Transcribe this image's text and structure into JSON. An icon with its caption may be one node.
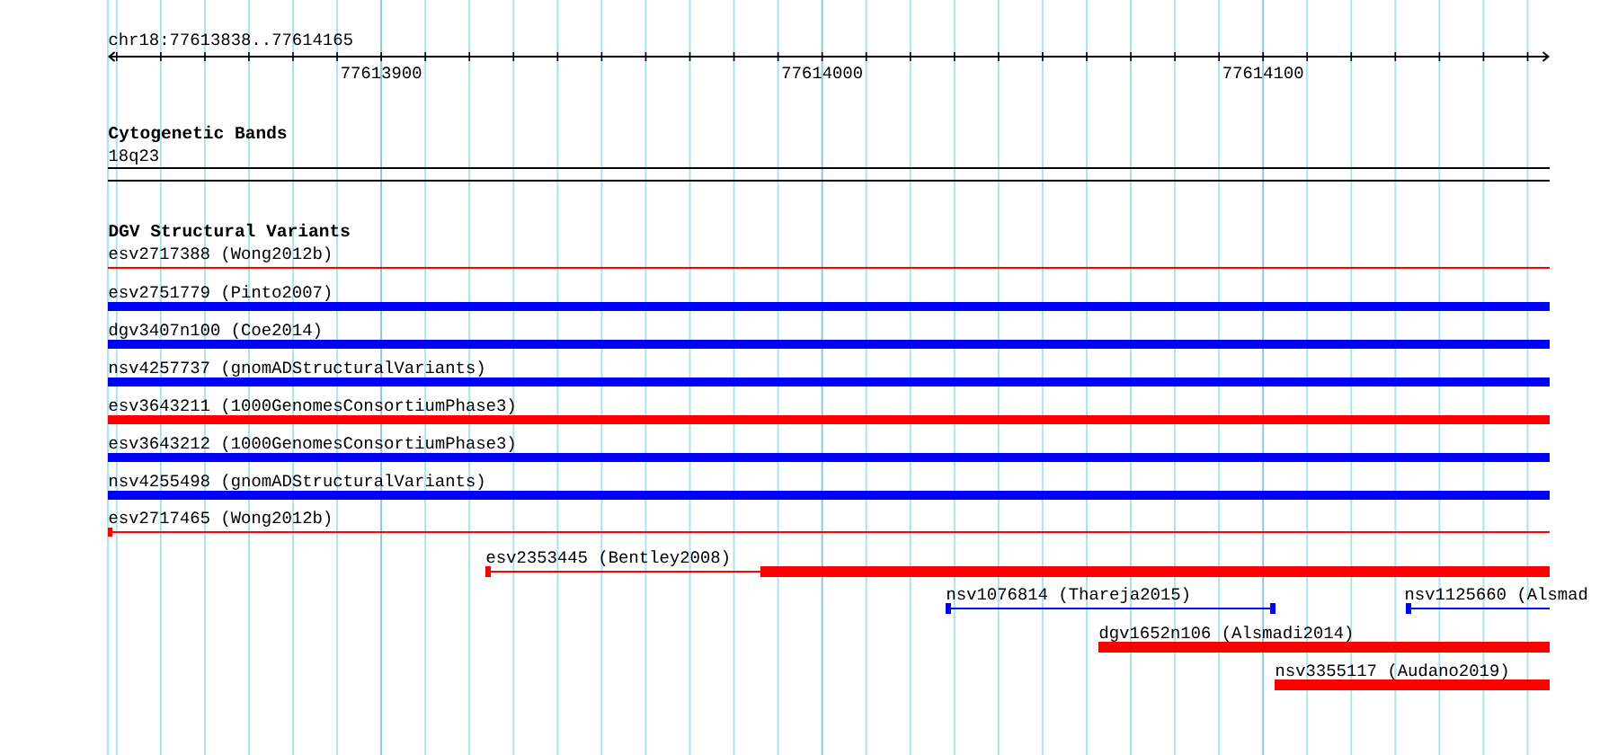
{
  "diagram": {
    "nodes": [
      {
        "text": [
          "esv2717388 (Wong2012b)"
        ]
      },
      {
        "text": [
          "esv2751779 (Pinto2007)"
        ]
      },
      {
        "text": [
          "dgv3407n100 (Coe2014)"
        ]
      },
      {
        "text": [
          "nsv4257737 (gnomADStructuralVariants)"
        ]
      },
      {
        "text": [
          "esv3643211 (1000GenomesConsortiumPhase3)"
        ]
      },
      {
        "text": [
          "esv3643212 (1000GenomesConsortiumPhase3)"
        ]
      },
      {
        "text": [
          "nsv4255498 (gnomADStructuralVariants)"
        ]
      },
      {
        "text": [
          "esv2717465 (Wong2012b)"
        ]
      },
      {
        "text": [
          "esv2353445 (Bentley2008)"
        ]
      },
      {
        "text": [
          "nsv1076814 (Thareja2015)"
        ]
      },
      {
        "text": [
          "nsv1125660 (Alsmad"
        ]
      },
      {
        "text": [
          "dgv1652n106 (Alsmadi2014)"
        ]
      },
      {
        "text": [
          "nsv3355117 (Audano2019)"
        ]
      }
    ],
    "labels": [
      "chr18:77613838..77614165",
      "77613900",
      "77614000",
      "77614100",
      "Cytogenetic Bands",
      "18q23",
      "DGV Structural Variants"
    ]
  }
}
